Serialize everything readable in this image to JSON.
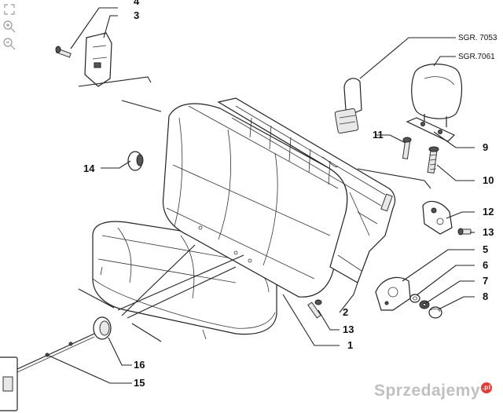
{
  "toolbar": {
    "items": [
      {
        "name": "fullscreen-icon"
      },
      {
        "name": "zoom-in-icon"
      },
      {
        "name": "zoom-out-icon"
      }
    ]
  },
  "diagram": {
    "part_numbers": [
      "4",
      "3",
      "14",
      "11",
      "9",
      "10",
      "12",
      "13",
      "5",
      "6",
      "7",
      "8",
      "2",
      "13",
      "1",
      "16",
      "15"
    ],
    "references": [
      "SGR. 7053",
      "SGR.7061"
    ]
  },
  "watermark": {
    "text": "Sprzedajemy",
    "suffix": ".pl"
  },
  "colors": {
    "line": "#222222",
    "background": "#ffffff",
    "watermark": "#8c8c8c",
    "watermark_badge": "#e53935"
  }
}
